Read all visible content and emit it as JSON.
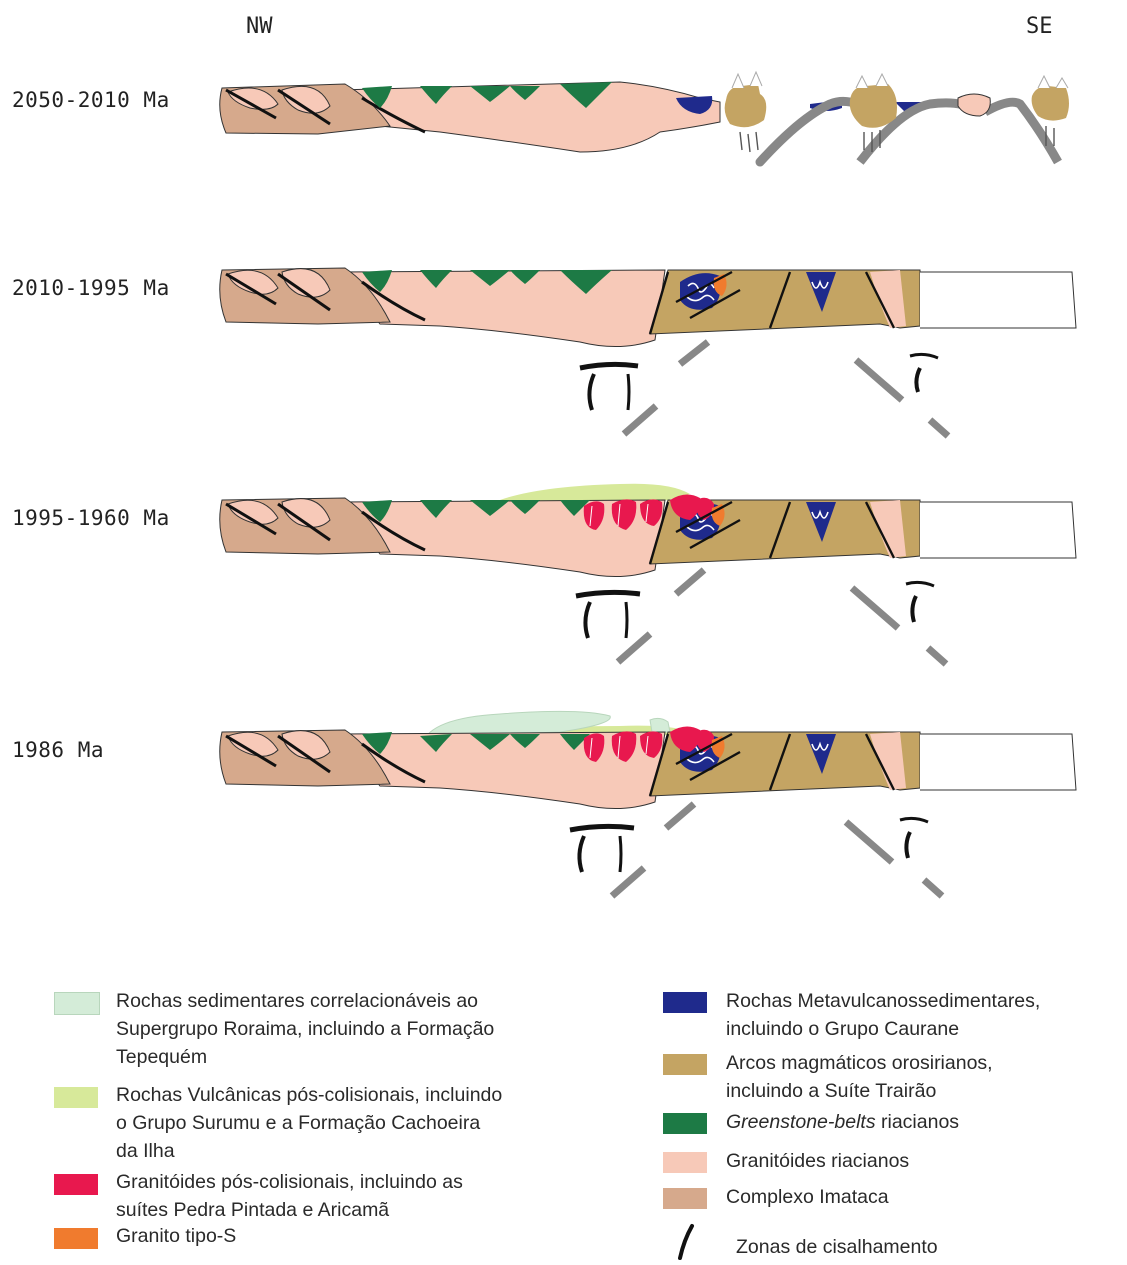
{
  "header": {
    "left": "NW",
    "right": "SE"
  },
  "sections": [
    {
      "age": "2050-2010 Ma"
    },
    {
      "age": "2010-1995 Ma"
    },
    {
      "age": "1995-1960 Ma"
    },
    {
      "age": "1986 Ma"
    }
  ],
  "legend": {
    "left": [
      {
        "color": "#d4ecd8",
        "lines": [
          "Rochas sedimentares correlacionáveis ao",
          "Supergrupo Roraima, incluindo a Formação",
          "Tepequém"
        ]
      },
      {
        "color": "#d7e99a",
        "lines": [
          "Rochas Vulcânicas pós-colisionais, incluindo",
          "o Grupo Surumu e a Formação Cachoeira",
          "da Ilha"
        ]
      },
      {
        "color": "#e8184e",
        "lines": [
          "Granitóides pós-colisionais, incluindo as",
          "suítes Pedra Pintada e Aricamã"
        ]
      },
      {
        "color": "#f07b2e",
        "lines": [
          "Granito tipo-S"
        ]
      }
    ],
    "right": [
      {
        "color": "#1f2a8c",
        "lines": [
          "Rochas Metavulcanossedimentares,",
          "incluindo o Grupo Caurane"
        ]
      },
      {
        "color": "#c4a463",
        "lines": [
          "Arcos magmáticos orosirianos,",
          "incluindo a Suíte Trairão"
        ]
      },
      {
        "color": "#1d7a45",
        "italic_part": "Greenstone-belts",
        "lines": [
          " riacianos"
        ]
      },
      {
        "color": "#f7c9b8",
        "lines": [
          "Granitóides riacianos"
        ]
      },
      {
        "color": "#d6a98c",
        "lines": [
          "Complexo Imataca"
        ]
      }
    ],
    "shear_zone_label": "Zonas de cisalhamento"
  },
  "colors": {
    "imataca": "#d6a98c",
    "granitoid": "#f7c9b8",
    "greenstone": "#1d7a45",
    "arc": "#c4a463",
    "metavolc": "#1f2a8c",
    "post_granitoid": "#e8184e",
    "s_granite": "#f07b2e",
    "volcanic": "#d7e99a",
    "sedimentary": "#d4ecd8",
    "slab": "#8a8a8a"
  }
}
